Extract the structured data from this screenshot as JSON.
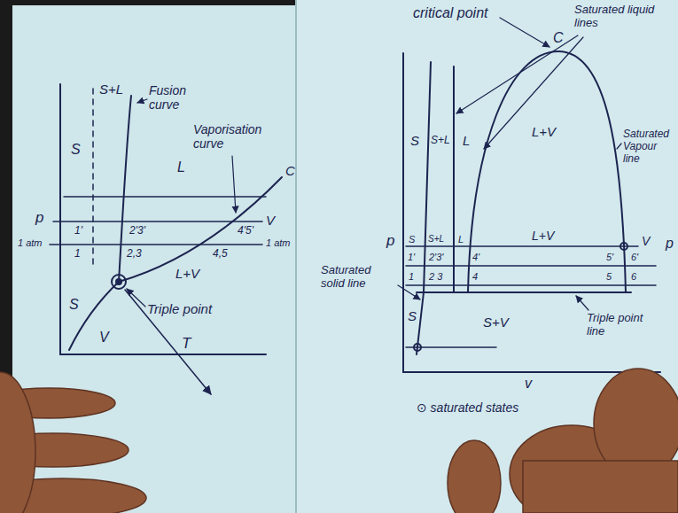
{
  "diagram": {
    "labels": [
      "S+L",
      "Fusion curve",
      "S",
      "L",
      "Vaporisation curve",
      "C",
      "V",
      "p",
      "1 atm",
      "1 atm",
      "1'",
      "2'3'",
      "4'5'",
      "1",
      "2,3",
      "4,5",
      "L+V",
      "Triple point",
      "S",
      "V",
      "T",
      "critical point",
      "C",
      "Saturated liquid lines",
      "Saturated Vapour line",
      "S",
      "S+L",
      "L",
      "L+V",
      "p",
      "S",
      "S+L",
      "L",
      "L+V",
      "V",
      "1'",
      "2'3'",
      "4'",
      "5'",
      "6'",
      "1",
      "2 3",
      "4",
      "5",
      "6",
      "Saturated solid line",
      "S",
      "S+V",
      "Triple point line",
      "v",
      "⊙ saturated states",
      "p"
    ]
  }
}
